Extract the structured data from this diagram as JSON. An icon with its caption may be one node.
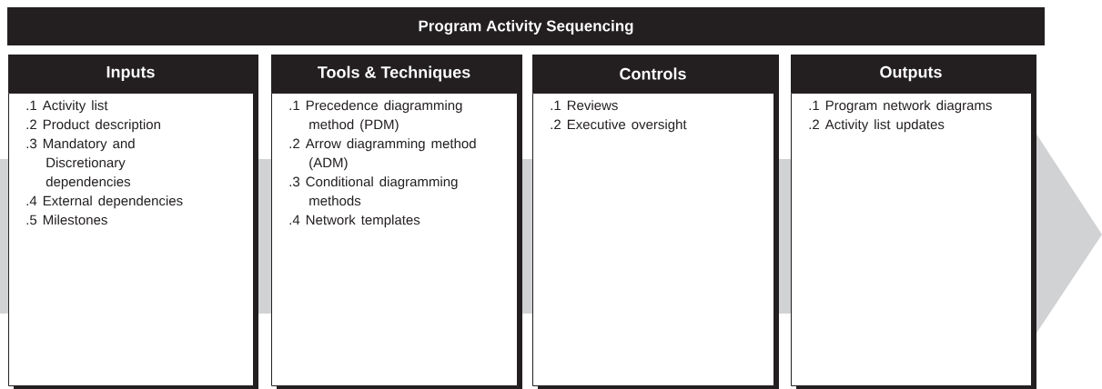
{
  "diagram": {
    "title": "Program Activity Sequencing",
    "nodes": [
      {
        "text": [
          "Inputs",
          ".1 Activity list",
          ".2 Product description",
          ".3 Mandatory and Discretionary dependencies",
          ".4 External dependencies",
          ".5 Milestones"
        ]
      },
      {
        "text": [
          "Tools & Techniques",
          ".1 Precedence diagramming method (PDM)",
          ".2 Arrow diagramming method (ADM)",
          ".3 Conditional diagramming methods",
          ".4 Network templates"
        ]
      },
      {
        "text": [
          "Controls",
          ".1 Reviews",
          ".2 Executive oversight"
        ]
      },
      {
        "text": [
          "Outputs",
          ".1 Program network diagrams",
          ".2 Activity list updates"
        ]
      }
    ]
  }
}
